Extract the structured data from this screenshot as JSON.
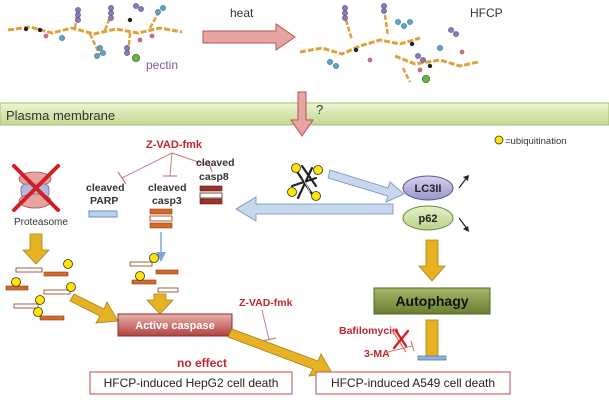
{
  "labels": {
    "pectin": "pectin",
    "heat": "heat",
    "hfcp": "HFCP",
    "plasma_membrane": "Plasma membrane",
    "question": "?",
    "ubiquitination_legend": "=ubiquitination",
    "zvad_top": "Z-VAD-fmk",
    "cleaved_parp_1": "cleaved",
    "cleaved_parp_2": "PARP",
    "cleaved_casp3_1": "cleaved",
    "cleaved_casp3_2": "casp3",
    "cleaved_casp8_1": "cleaved",
    "cleaved_casp8_2": "casp8",
    "proteasome": "Proteasome",
    "lc3ii": "LC3II",
    "p62": "p62",
    "autophagy": "Autophagy",
    "active_caspase": "Active caspase",
    "zvad_bottom": "Z-VAD-fmk",
    "bafilomycin": "Bafilomycin",
    "three_ma": "3-MA",
    "no_effect": "no effect",
    "hepg2_death": "HFCP-induced HepG2 cell death",
    "a549_death": "HFCP-induced A549 cell death"
  },
  "colors": {
    "inhibitor_red": "#c0272d",
    "membrane_green": "#d9e7b4",
    "lc3_purple": "#b7b4da",
    "p62_green": "#cfe3a6",
    "autophagy_olive": "#76883a",
    "arrow_gold": "#e6b224",
    "arrow_blue": "#c7d8ec",
    "arrow_pink": "#e8a3a3",
    "ubiquitin_yellow": "#ffe600"
  }
}
